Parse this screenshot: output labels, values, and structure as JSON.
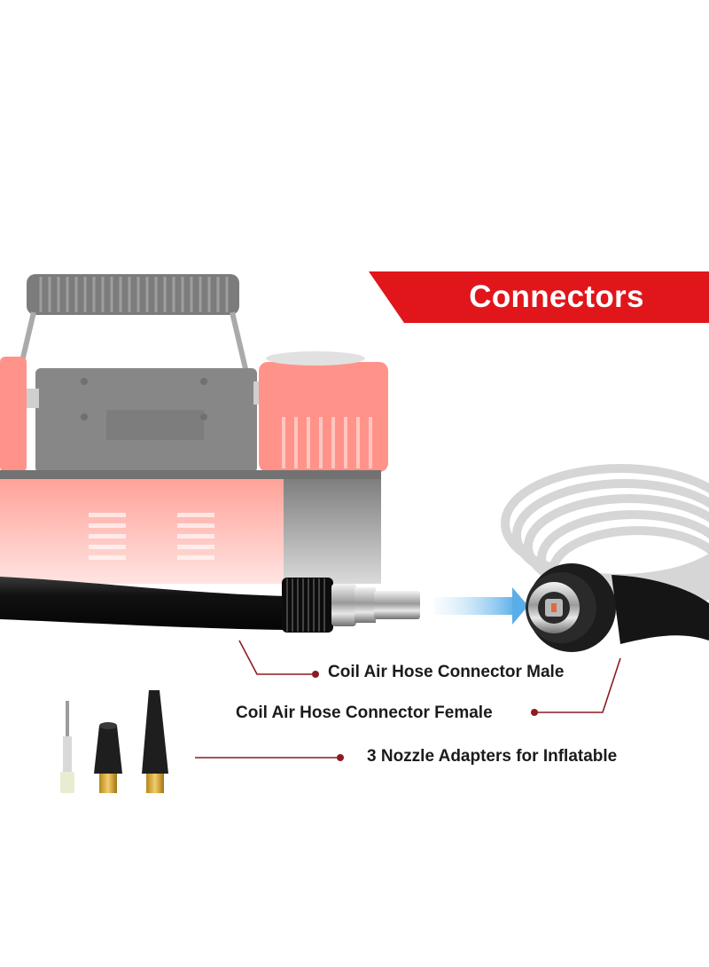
{
  "banner": {
    "title": "Connectors",
    "color": "#e0161b"
  },
  "callouts": {
    "male": "Coil Air Hose Connector Male",
    "female": "Coil Air Hose Connector Female",
    "nozzles": "3 Nozzle Adapters for Inflatable"
  },
  "colors": {
    "callout_line": "#8c1c22",
    "compressor_red": "#ff8a7e",
    "arrow": "#5aaee8"
  }
}
